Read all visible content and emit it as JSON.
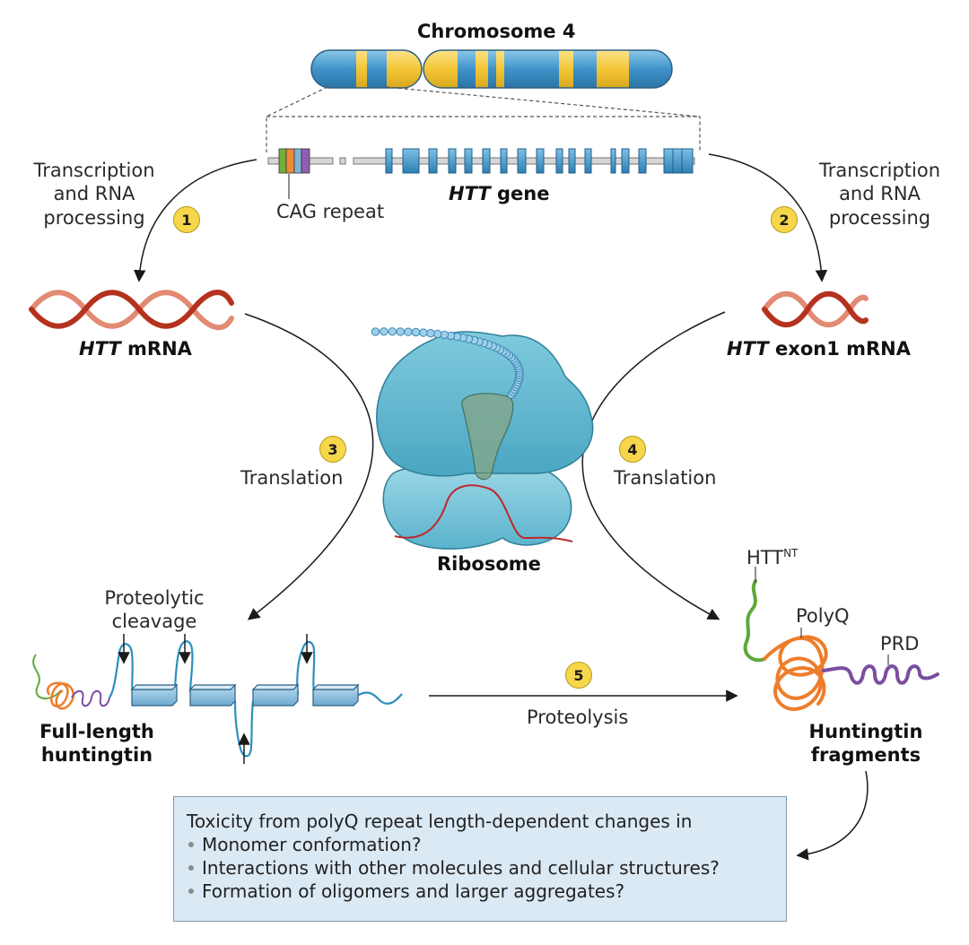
{
  "chromosome": {
    "title": "Chromosome 4"
  },
  "gene": {
    "name_italic": "HTT",
    "name_suffix": " gene",
    "cag_label": "CAG repeat"
  },
  "left_transcription": {
    "lines": [
      "Transcription",
      "and RNA",
      "processing"
    ],
    "step": "1"
  },
  "right_transcription": {
    "lines": [
      "Transcription",
      "and RNA",
      "processing"
    ],
    "step": "2"
  },
  "mrna_left": {
    "italic": "HTT",
    "suffix": " mRNA"
  },
  "mrna_right": {
    "italic": "HTT",
    "suffix": " exon1 mRNA"
  },
  "translation_left": {
    "label": "Translation",
    "step": "3"
  },
  "translation_right": {
    "label": "Translation",
    "step": "4"
  },
  "ribosome": {
    "label": "Ribosome"
  },
  "cleavage": {
    "lines": [
      "Proteolytic",
      "cleavage"
    ]
  },
  "full_length": {
    "lines": [
      "Full-length",
      "huntingtin"
    ]
  },
  "proteolysis": {
    "label": "Proteolysis",
    "step": "5"
  },
  "fragments": {
    "lines": [
      "Huntingtin",
      "fragments"
    ],
    "htt_nt": "HTT",
    "htt_nt_sup": "NT",
    "polyq": "PolyQ",
    "prd": "PRD"
  },
  "toxicity": {
    "title": "Toxicity from polyQ repeat length-dependent changes in",
    "items": [
      "Monomer conformation?",
      "Interactions with other molecules and cellular structures?",
      "Formation of oligomers and larger aggregates?"
    ]
  },
  "colors": {
    "chromosome_blue": "#4f9fd1",
    "chromosome_yellow": "#f6cc45",
    "ribosome": "#5fb5cc",
    "mrna": "#c0392b",
    "badge": "#f6d64a",
    "polyq": "#ee7d2b",
    "prd": "#7a4fa0",
    "httnt": "#5caa3a"
  }
}
